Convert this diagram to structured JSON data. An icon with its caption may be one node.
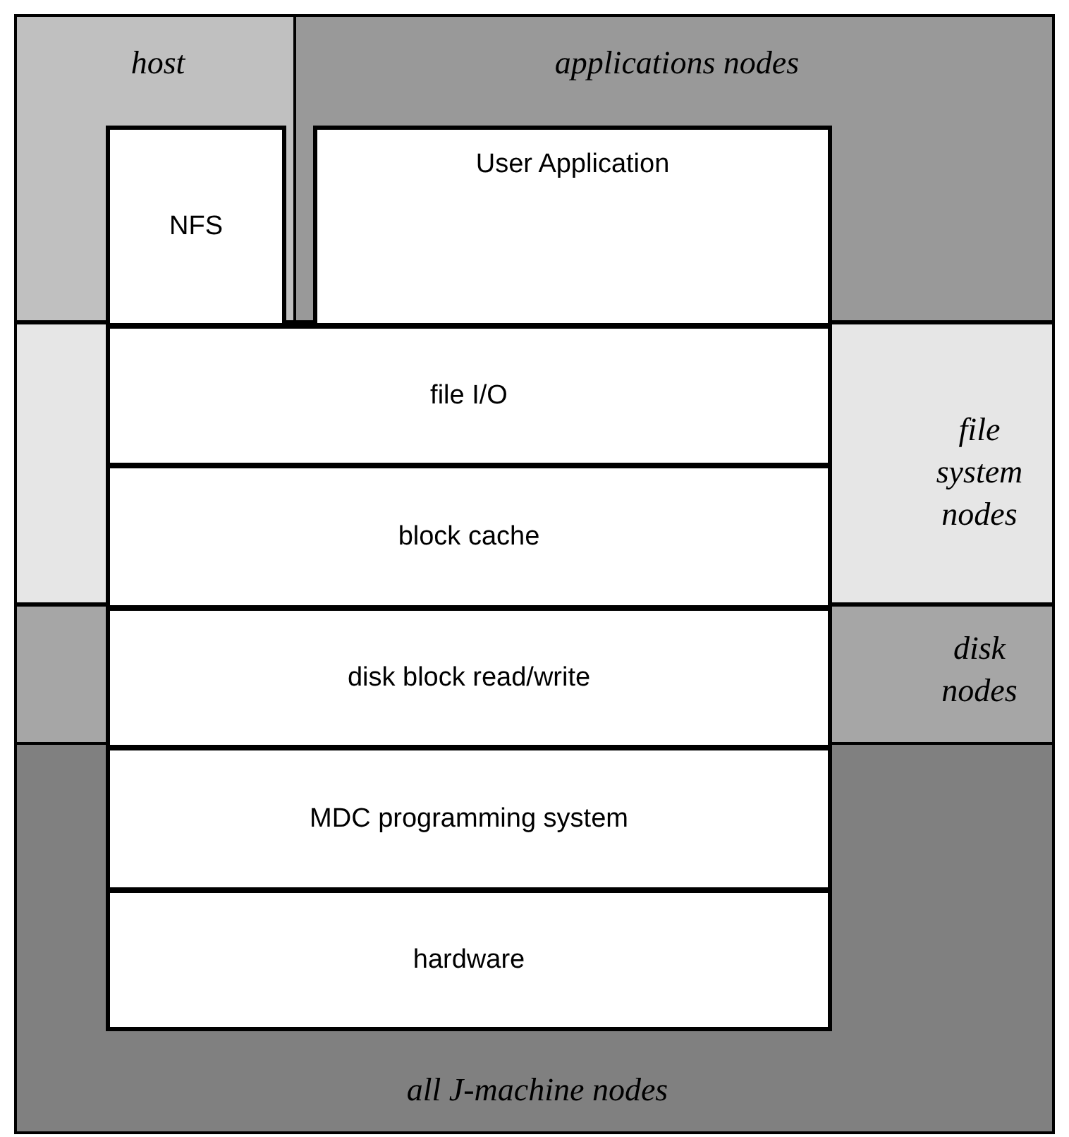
{
  "diagram": {
    "nodes": [
      {
        "text": [
          "host"
        ]
      },
      {
        "text": [
          "applications nodes"
        ]
      },
      {
        "text": [
          "file system nodes"
        ]
      },
      {
        "text": [
          "disk nodes"
        ]
      },
      {
        "text": [
          "all J-machine nodes"
        ]
      },
      {
        "text": [
          "NFS"
        ],
        "in": 0
      },
      {
        "text": [
          "User Application"
        ],
        "in": 1
      },
      {
        "text": [
          "file I/O"
        ],
        "in": 2
      },
      {
        "text": [
          "block cache"
        ],
        "in": 2
      },
      {
        "text": [
          "disk block read/write"
        ],
        "in": 3
      },
      {
        "text": [
          "MDC programming system"
        ],
        "in": 4
      },
      {
        "text": [
          "hardware"
        ],
        "in": 4
      }
    ]
  }
}
